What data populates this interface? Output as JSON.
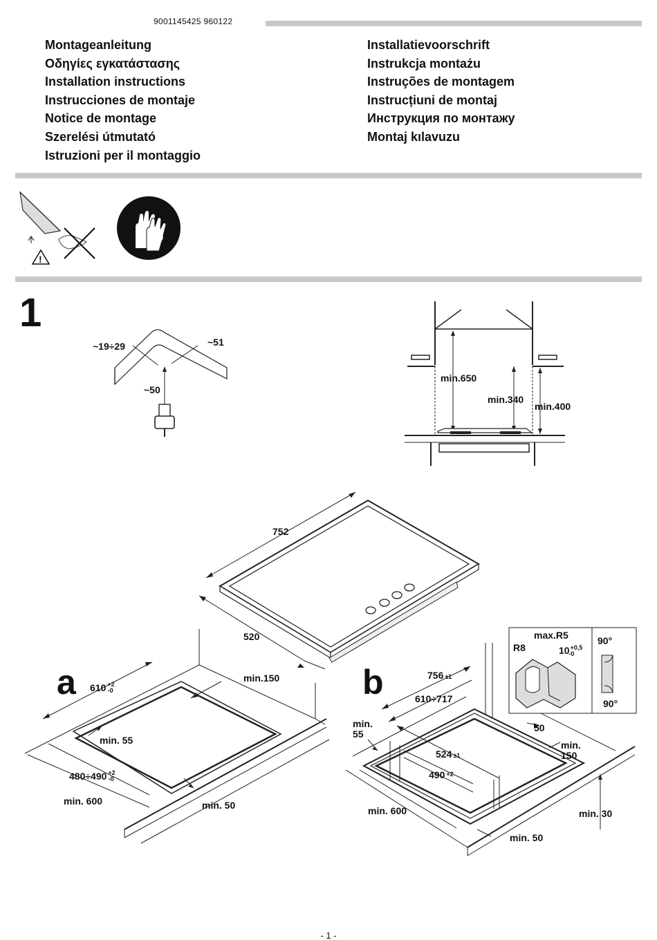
{
  "header": {
    "doc_number": "9001145425    960122"
  },
  "titles_left": [
    "Montageanleitung",
    "Οδηγίες εγκατάστασης",
    "Installation instructions",
    "Instrucciones de montaje",
    "Notice de montage",
    "Szerelési útmutató",
    "Istruzioni per il montaggio"
  ],
  "titles_right": [
    "Installatievoorschrift",
    "Instrukcja montażu",
    "Instruções de montagem",
    "Instrucțiuni de montaj",
    "Инструкция по монтажу",
    "Montaj kılavuzu"
  ],
  "step": {
    "number": "1"
  },
  "gas_connection": {
    "dim_left": "~19÷29",
    "dim_right": "~51",
    "dim_height": "~50"
  },
  "hood_clearance": {
    "min_hood": "min.650",
    "min_wall_cabinet": "min.340",
    "min_side": "min.400"
  },
  "hob": {
    "width": "752",
    "depth": "520"
  },
  "cutout_a": {
    "letter": "a",
    "width": "610",
    "width_tol_top": "+2",
    "width_tol_bottom": "-0",
    "depth": "480÷490",
    "depth_tol_top": "+2",
    "depth_tol_bottom": "-0",
    "min_back": "min.150",
    "min_side": "min. 55",
    "min_worktop": "min. 600",
    "min_front": "min. 50"
  },
  "cutout_b": {
    "letter": "b",
    "width_total": "756",
    "width_total_tol": "±1",
    "width_range": "610÷717",
    "min_side_a": "min.",
    "min_side_b": "55",
    "depth": "524",
    "depth_tol": "±1",
    "inner_depth": "490",
    "inner_depth_tol": "+2",
    "rim": "50",
    "min_back_a": "min.",
    "min_back_b": "150",
    "min_worktop": "min. 600",
    "min_front": "min. 50",
    "min_thickness": "min. 30",
    "detail": {
      "radius_max": "max.R5",
      "radius": "R8",
      "depth": "10",
      "depth_tol_top": "+0,5",
      "depth_tol_bottom": "-0",
      "angle_top": "90°",
      "angle_bottom": "90°"
    }
  },
  "footer": {
    "page": "- 1 -"
  }
}
